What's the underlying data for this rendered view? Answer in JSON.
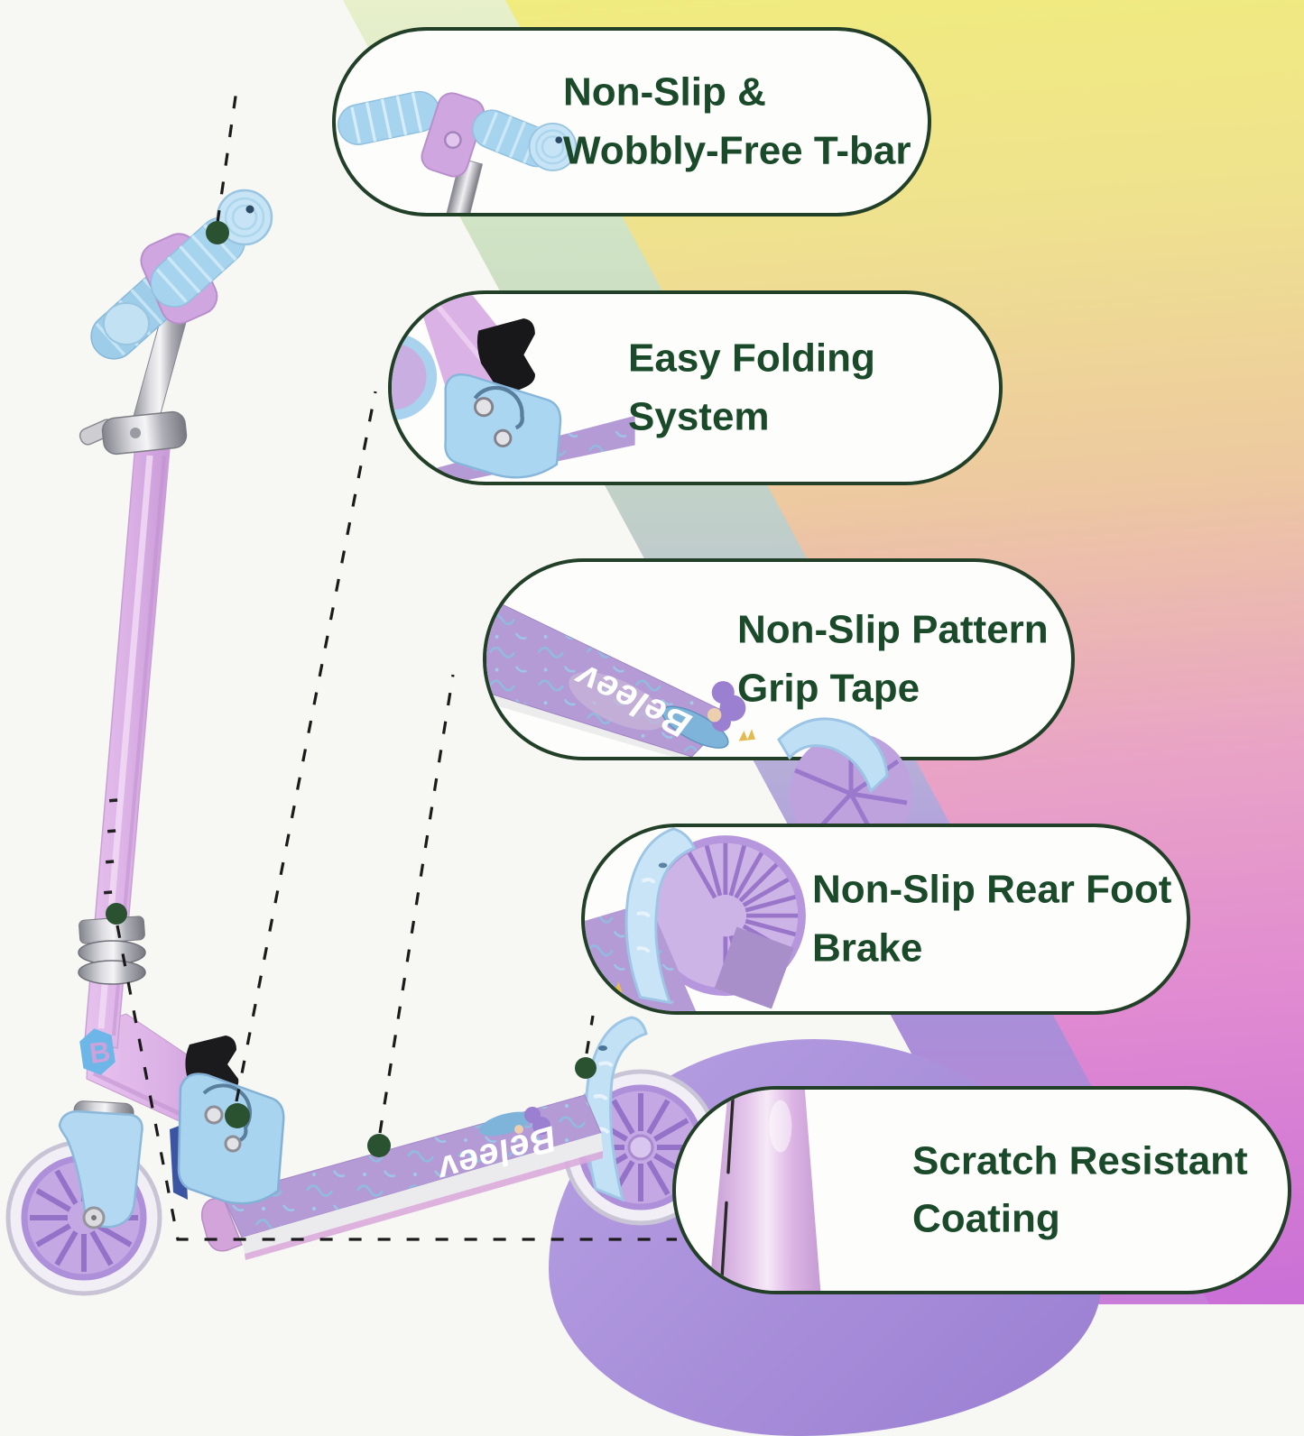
{
  "brand": "Beleev",
  "logo_letter": "B",
  "callouts": [
    {
      "line1": "Non-Slip &",
      "line2": "Wobbly-Free T-bar",
      "icon": "tbar-photo"
    },
    {
      "line1": "Easy Folding",
      "line2": "System",
      "icon": "folding-photo"
    },
    {
      "line1": "Non-Slip Pattern",
      "line2": "Grip Tape",
      "icon": "deck-photo"
    },
    {
      "line1": "Non-Slip Rear Foot",
      "line2": "Brake",
      "icon": "brake-photo"
    },
    {
      "line1": "Scratch Resistant",
      "line2": "Coating",
      "icon": "tube-photo"
    }
  ],
  "markers": [
    "tbar-grip",
    "scratch-coating-stem",
    "folding-hinge",
    "deck-grip-tape",
    "rear-foot-brake"
  ],
  "colors": {
    "callout_text": "#1b4a2a",
    "callout_border": "#223f28",
    "marker_dot": "#2a5231",
    "connector_line": "#1b1b1b",
    "scooter_lilac": "#d9b2e4",
    "scooter_blue": "#a6d3ee",
    "wheel_purple": "#c3a8e4",
    "bg_yellow": "#f1ed7c",
    "bg_pink": "#e9a3c6",
    "bg_magenta": "#c96fd6",
    "bg_mint": "#d2e6c8",
    "bg_teal": "#c2d8c6",
    "bg_lavender": "#ab92da"
  }
}
